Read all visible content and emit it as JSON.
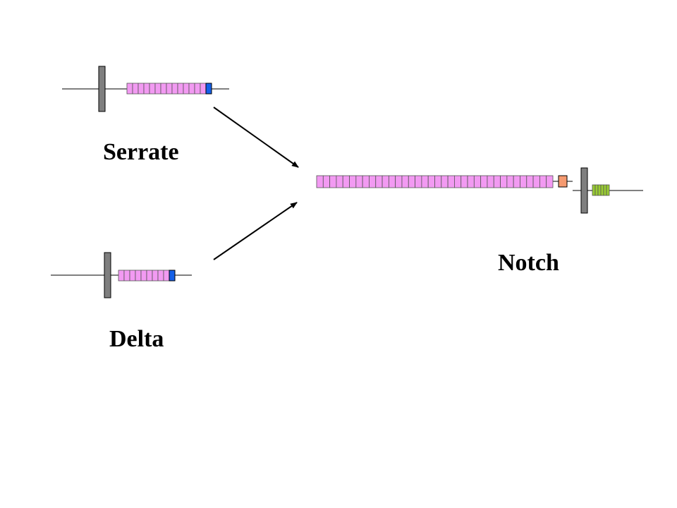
{
  "labels": {
    "serrate": "Serrate",
    "delta": "Delta",
    "notch": "Notch"
  },
  "proteins": {
    "serrate": {
      "egf_repeats": 14,
      "has_dsl_domain": true
    },
    "delta": {
      "egf_repeats": 9,
      "has_dsl_domain": true
    },
    "notch": {
      "egf_repeats": 36,
      "has_lnr_domain": true,
      "ankyrin_repeats": 6
    }
  },
  "colors": {
    "egf_repeat": "#f29af2",
    "dsl_domain": "#1560e8",
    "lnr_domain": "#f59a70",
    "ankyrin_repeat": "#9acd32",
    "membrane": "#7f7f7f",
    "line": "#000000"
  }
}
